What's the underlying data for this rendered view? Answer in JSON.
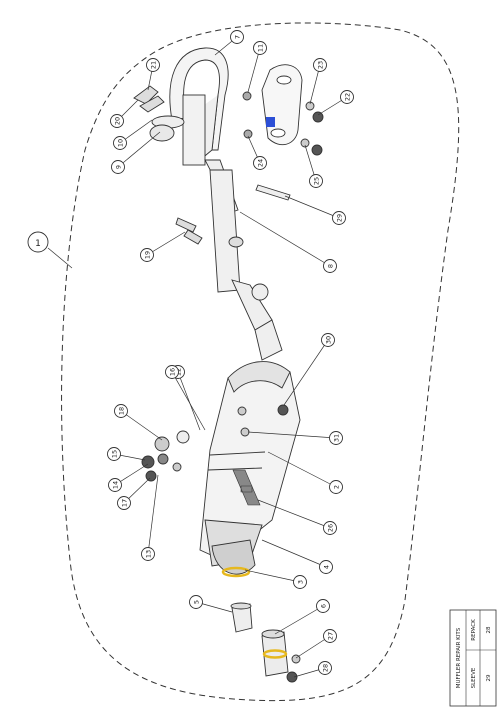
{
  "assembly": {
    "number": "1"
  },
  "callouts": [
    "2",
    "3",
    "4",
    "5",
    "6",
    "7",
    "8",
    "9",
    "10",
    "11",
    "12",
    "13",
    "14",
    "15",
    "16",
    "17",
    "18",
    "19",
    "20",
    "21",
    "22",
    "23",
    "24",
    "25",
    "26",
    "27",
    "28",
    "29",
    "30",
    "31"
  ],
  "kit_table": {
    "title": "MUFFLER REPAIR KITS",
    "rows": [
      {
        "label": "REPACK",
        "num": "28"
      },
      {
        "label": "SLEEVE",
        "num": "29"
      }
    ]
  },
  "colors": {
    "line": "#333333",
    "accent_yellow": "#e6b81e",
    "accent_blue": "#2c4fd6"
  }
}
